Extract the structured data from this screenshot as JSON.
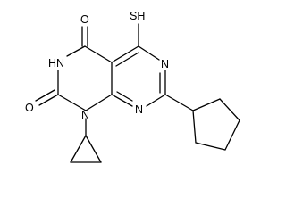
{
  "molecule": {
    "atom_labels": {
      "sh": "SH",
      "o_top": "O",
      "o_left": "O",
      "nh": "HN",
      "n_right_top": "N",
      "n_right_bottom": "N",
      "n_bottom": "N"
    }
  }
}
